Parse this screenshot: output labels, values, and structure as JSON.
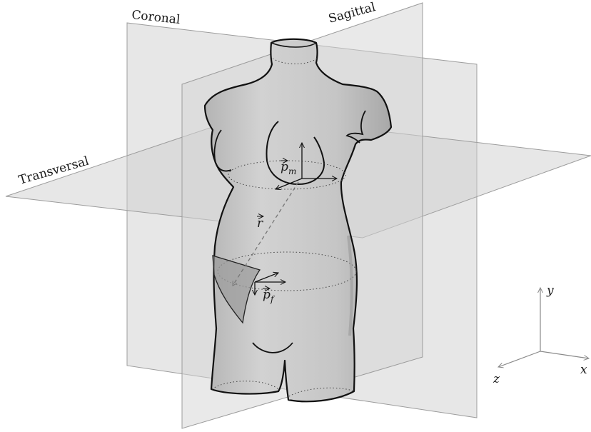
{
  "planes": {
    "coronal": "Coronal",
    "sagittal": "Sagittal",
    "transversal": "Transversal"
  },
  "vectors": {
    "p_m": {
      "base": "p",
      "sub": "m"
    },
    "r": {
      "base": "r"
    },
    "p_f": {
      "base": "p",
      "sub": "f"
    }
  },
  "axes": {
    "x": "x",
    "y": "y",
    "z": "z"
  },
  "colors": {
    "plane_fill": "#d3d3d3",
    "plane_edge": "#9c9c9c",
    "body_fill": "#c4c4c4",
    "outline": "#111111",
    "patch_fill": "#9a9a9a",
    "axis_arrow": "#8a8a8a"
  }
}
